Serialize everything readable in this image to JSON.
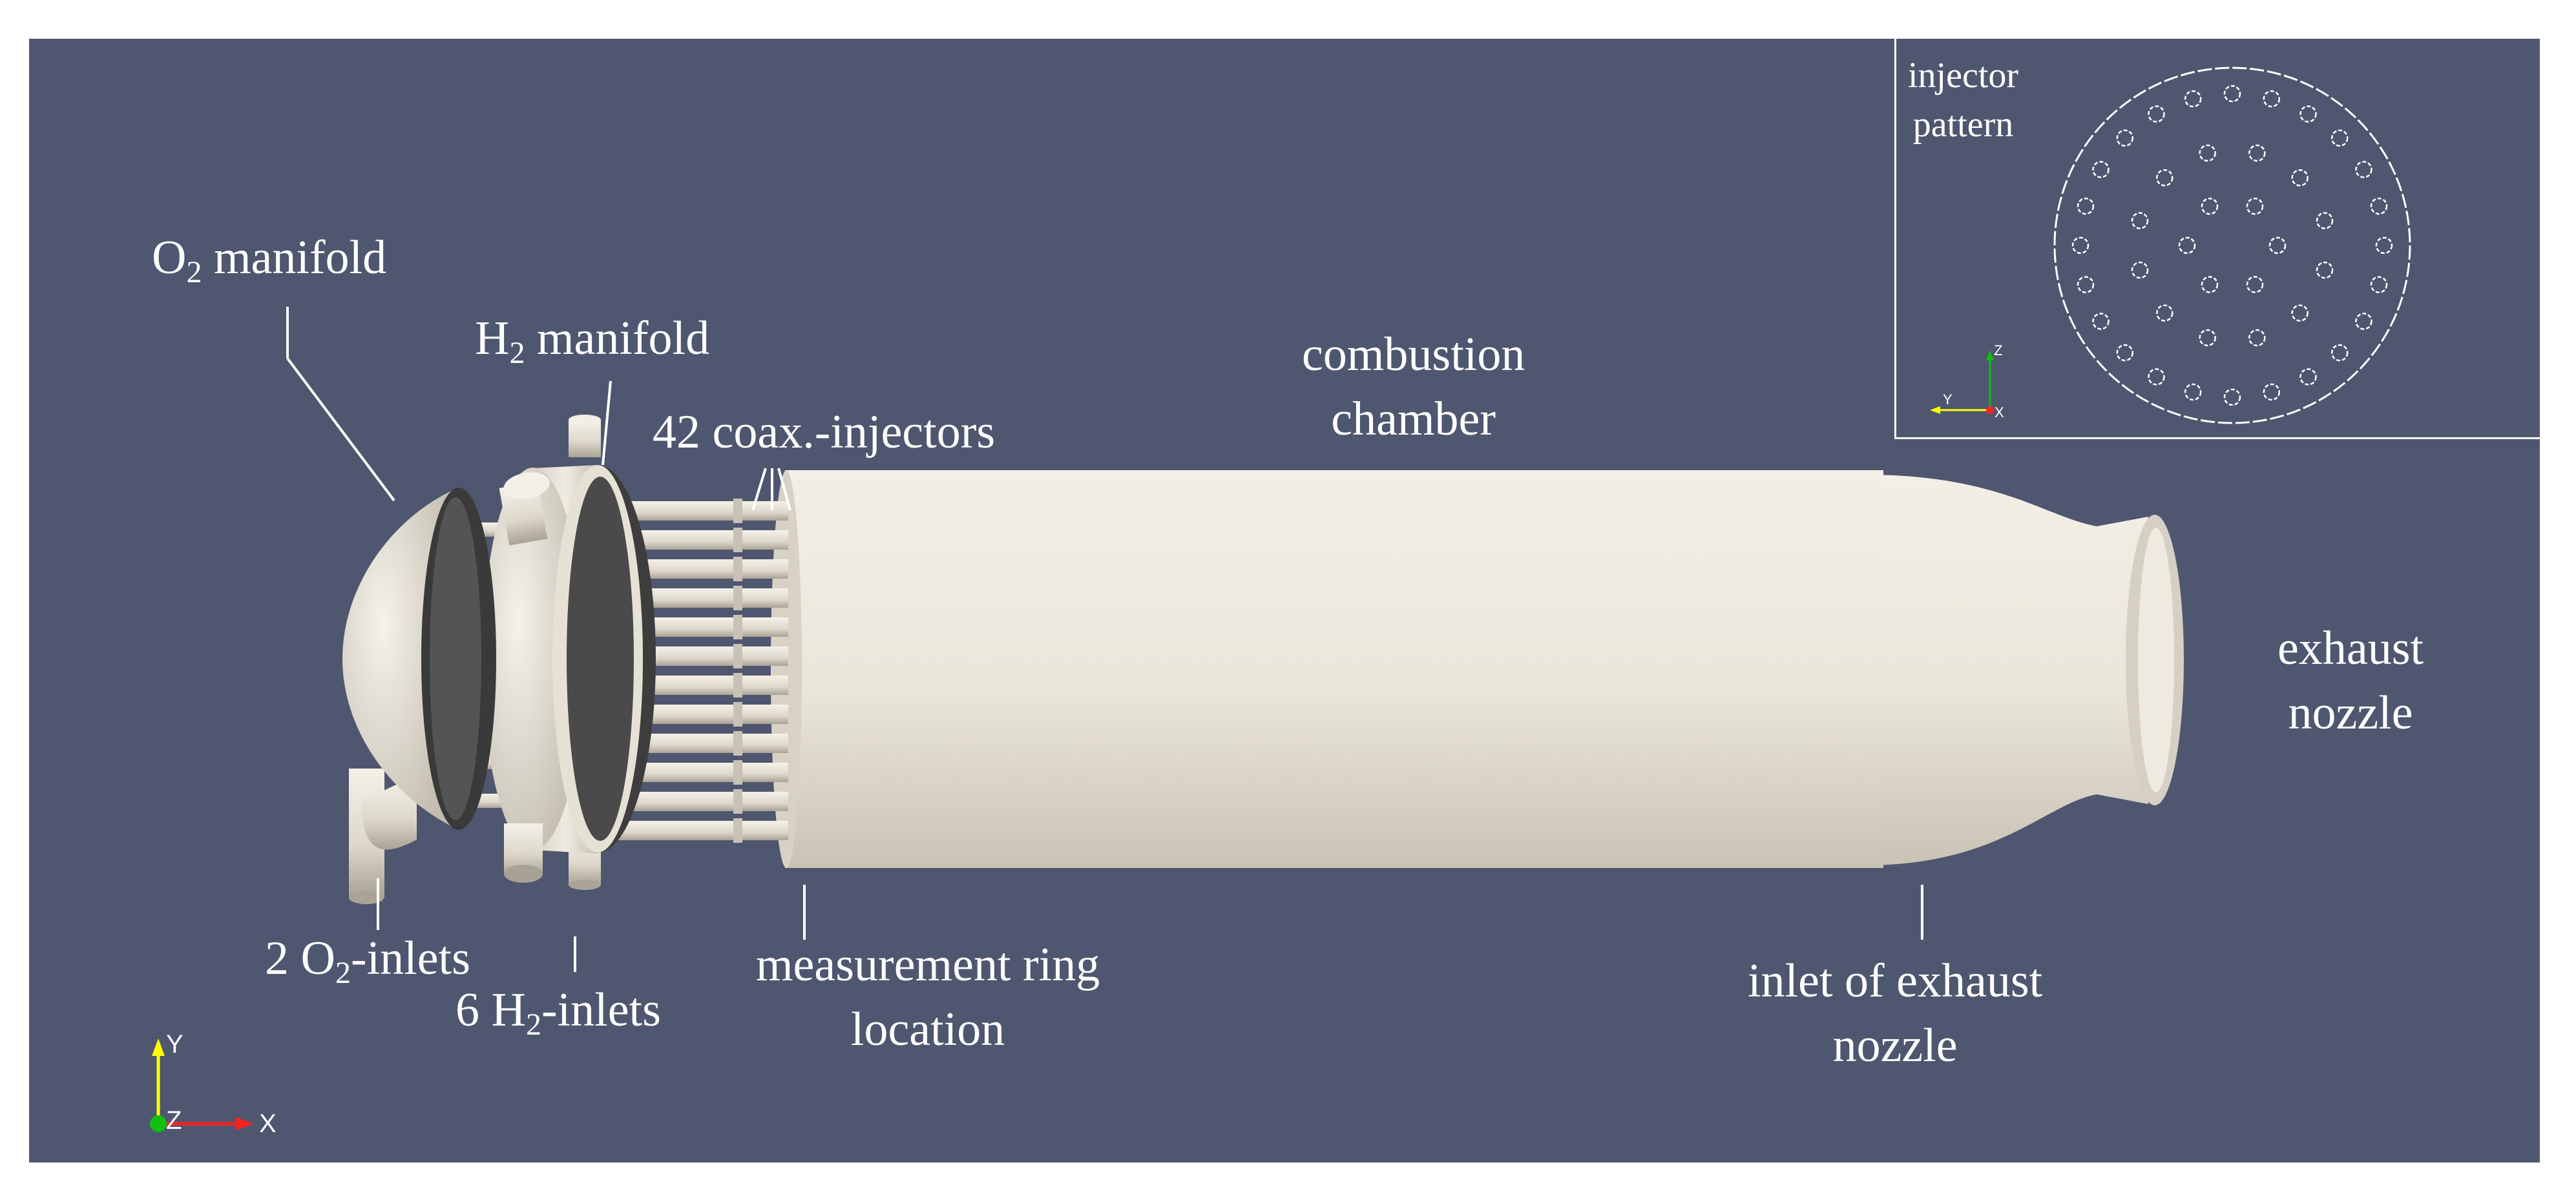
{
  "labels": {
    "o2_manifold": {
      "main": "O",
      "sub": "2",
      "rest": " manifold"
    },
    "h2_manifold": {
      "main": "H",
      "sub": "2",
      "rest": " manifold"
    },
    "injectors": "42 coax.-injectors",
    "combustion_chamber": {
      "line1": "combustion",
      "line2": "chamber"
    },
    "exhaust_nozzle": {
      "line1": "exhaust",
      "line2": "nozzle"
    },
    "o2_inlets": {
      "pre": "2 O",
      "sub": "2",
      "rest": "-inlets"
    },
    "h2_inlets": {
      "pre": "6 H",
      "sub": "2",
      "rest": "-inlets"
    },
    "measurement_ring": {
      "line1": "measurement ring",
      "line2": "location"
    },
    "inlet_exhaust_nozzle": {
      "line1": "inlet of exhaust",
      "line2": "nozzle"
    }
  },
  "inset": {
    "title_line1": "injector",
    "title_line2": "pattern",
    "injector_count": 42,
    "axes": {
      "vertical": "Z",
      "horizontal": "Y",
      "normal": "X"
    }
  },
  "axes_triad": {
    "vertical": "Y",
    "horizontal": "X",
    "normal": "Z"
  },
  "colors": {
    "background": "#4f566f",
    "body": "#ece7dc",
    "body_shadow": "#b6b0a4",
    "label": "#ffffff",
    "axis_y": "#ffff00",
    "axis_x": "#ff2020",
    "axis_z": "#10c010"
  }
}
